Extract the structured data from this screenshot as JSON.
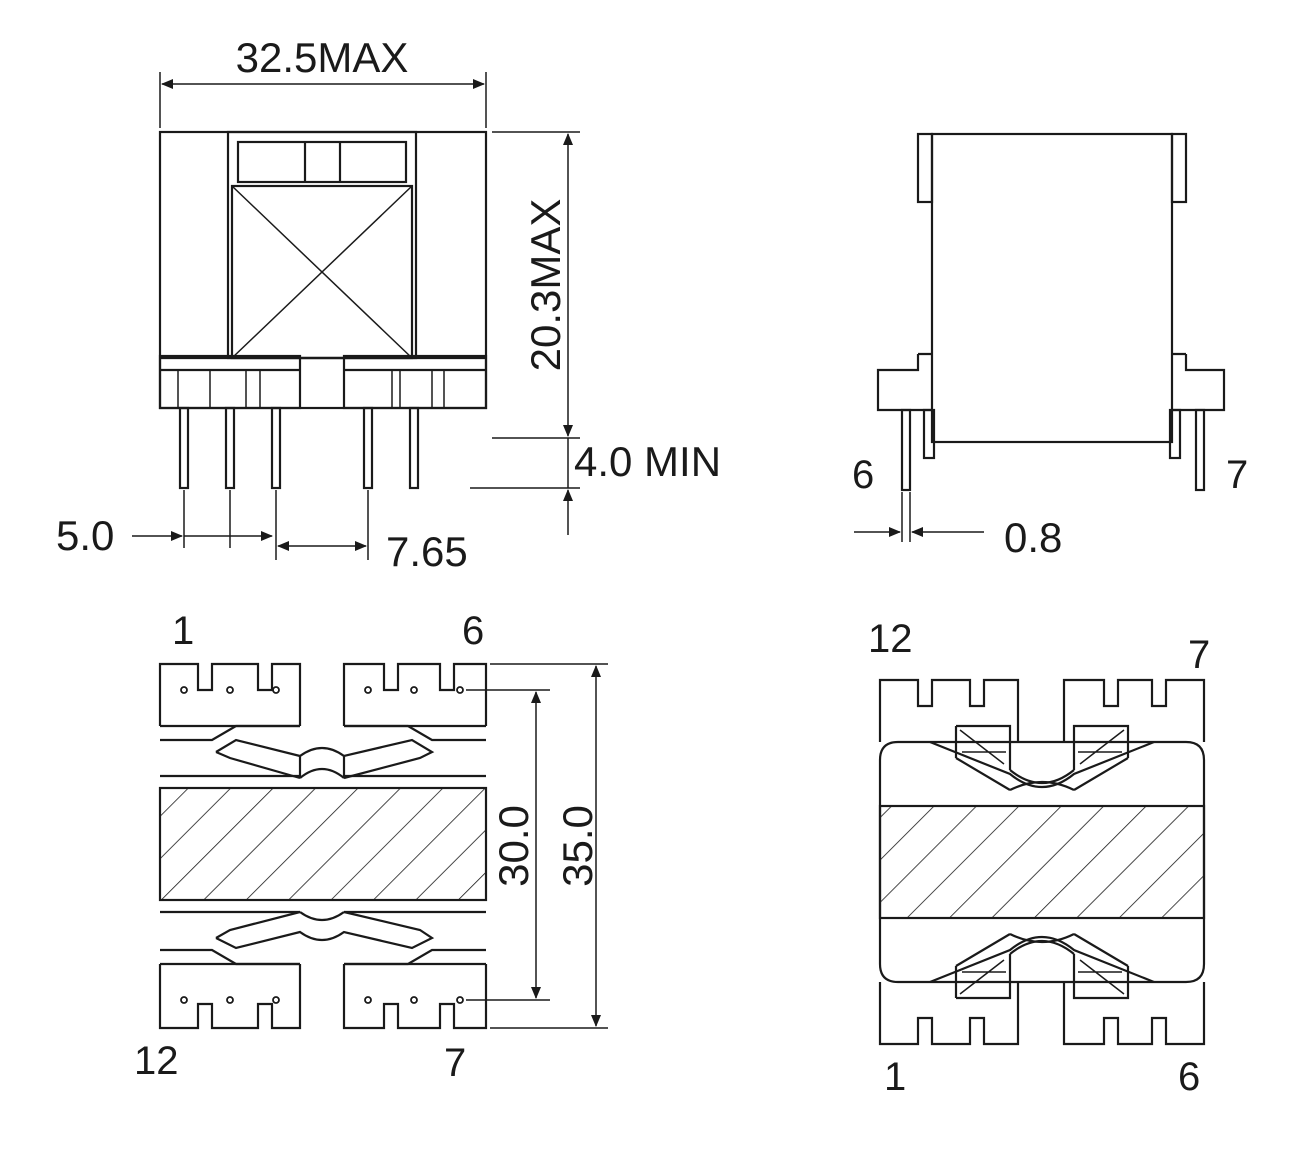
{
  "dimensions": {
    "width_max": "32.5MAX",
    "height_max": "20.3MAX",
    "pin_length_min": "4.0 MIN",
    "pin_pitch": "5.0",
    "pin_gap": "7.65",
    "pin_diameter": "0.8",
    "row_spacing": "30.0",
    "body_depth": "35.0"
  },
  "pins": {
    "side_left": "6",
    "side_right": "7",
    "bottom_top_left": "1",
    "bottom_top_right": "6",
    "bottom_bottom_left": "12",
    "bottom_bottom_right": "7",
    "top_top_left": "12",
    "top_top_right": "7",
    "top_bottom_left": "1",
    "top_bottom_right": "6"
  },
  "colors": {
    "line": "#1a1a1a",
    "background": "#ffffff"
  }
}
